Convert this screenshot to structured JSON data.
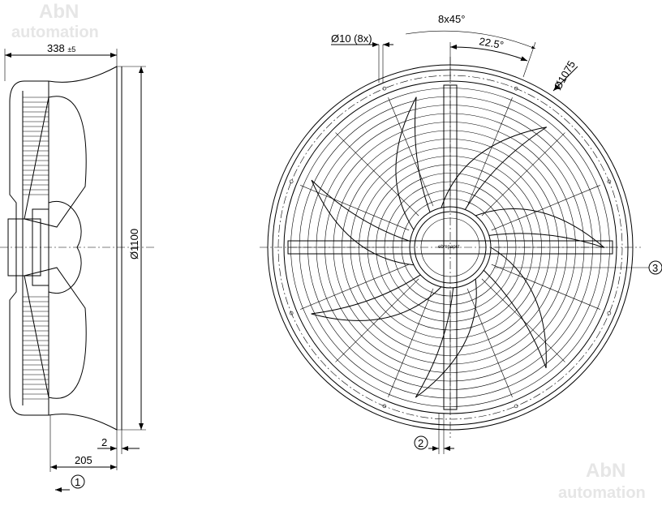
{
  "watermark": {
    "top": {
      "line1": "AbN",
      "line2": "automation"
    },
    "bottom": {
      "line1": "AbN",
      "line2": "automation"
    }
  },
  "side_view": {
    "overall_depth": "338",
    "overall_depth_tol": "±5",
    "diameter": "Ø1100",
    "flange_gap": "2",
    "mount_depth": "205",
    "airflow_marker": "1"
  },
  "front_view": {
    "hole_spec": "Ø10 (8x)",
    "hole_pattern": "8x45°",
    "hole_offset": "22.5°",
    "bolt_circle": "Ø1075",
    "callout_3": "3",
    "callout_2": "2",
    "hub_brand": "ebmpapst",
    "blade_count": 7,
    "guard_rings": 14,
    "guard_spokes": 16
  }
}
